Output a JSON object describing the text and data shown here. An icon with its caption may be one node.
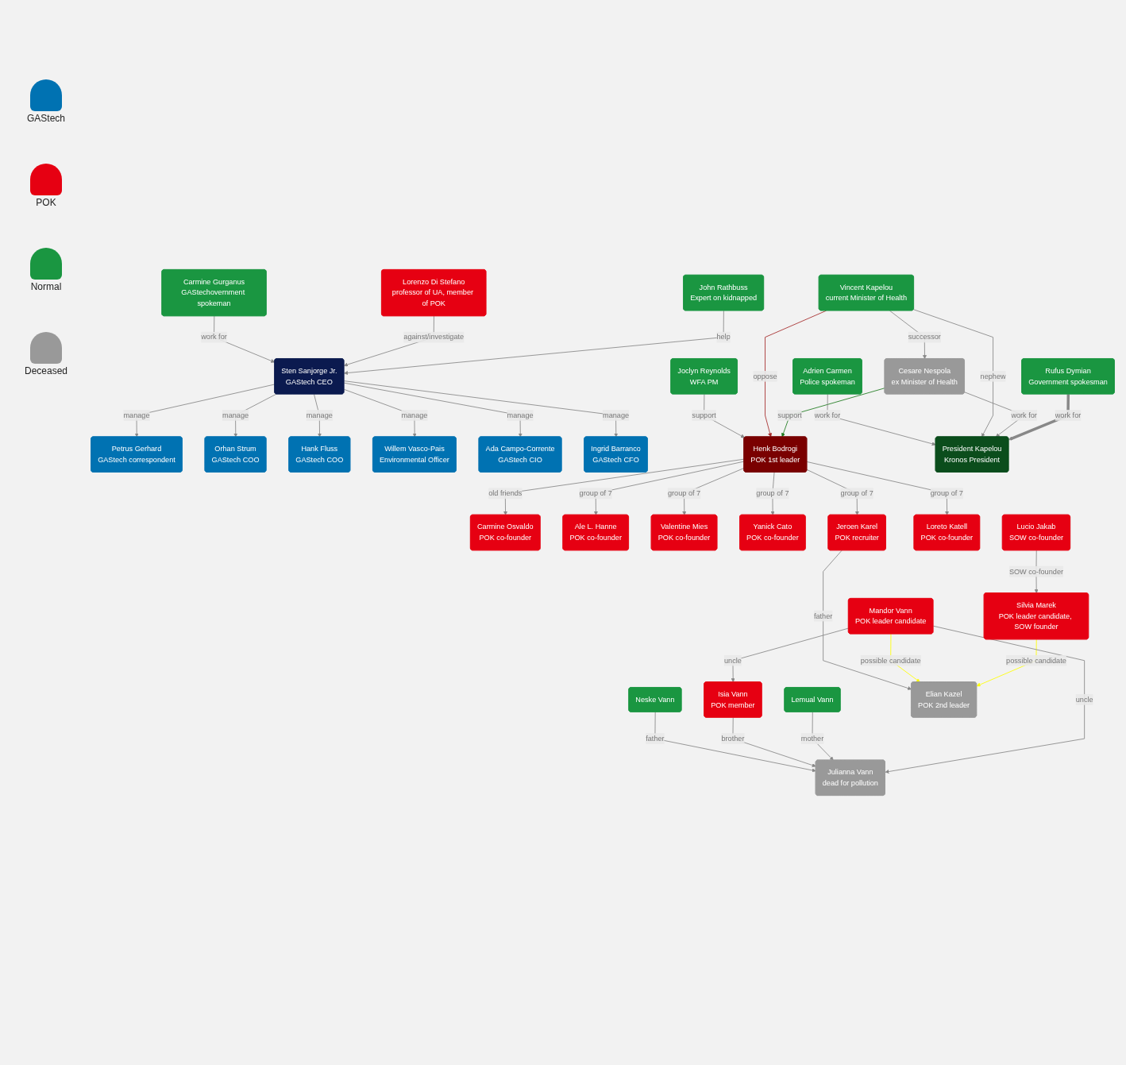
{
  "diagram": {
    "nodes": [
      {
        "text": [
          "Carmine Gurganus",
          "GAStechovernment spokeman"
        ]
      },
      {
        "text": [
          "Lorenzo Di Stefano",
          "professor of UA, member of POK"
        ]
      },
      {
        "text": [
          "Petrus Gerhard",
          "GAStech correspondent"
        ]
      },
      {
        "text": [
          "Neske Vann"
        ]
      },
      {
        "text": [
          "Orhan Strum",
          "GAStech COO"
        ]
      },
      {
        "text": [
          "Sten Sanjorge Jr.",
          "GAStech CEO"
        ]
      },
      {
        "text": [
          "Hank Fluss",
          "GAStech COO"
        ]
      },
      {
        "text": [
          "Willem Vasco-Pais",
          "Environmental Officer"
        ]
      },
      {
        "text": [
          "Julianna Vann",
          "dead for pollution"
        ]
      },
      {
        "text": [
          "Lemual Vann"
        ]
      },
      {
        "text": [
          "Ada Campo-Corrente",
          "GAStech CIO"
        ]
      },
      {
        "text": [
          "Isia Vann",
          "POK member"
        ]
      },
      {
        "text": [
          "John Rathbuss",
          "Expert on kidnapped"
        ]
      },
      {
        "text": [
          "Ingrid Barranco",
          "GAStech CFO"
        ]
      },
      {
        "text": [
          "Carmine Osvaldo",
          "POK co-founder"
        ]
      },
      {
        "text": [
          "Ale L. Hanne",
          "POK co-founder"
        ]
      },
      {
        "text": [
          "Valentine Mies",
          "POK co-founder"
        ]
      },
      {
        "text": [
          "Mandor Vann",
          "POK leader candidate"
        ]
      },
      {
        "text": [
          "Henk Bodrogi",
          "POK 1st leader"
        ]
      },
      {
        "text": [
          "Yanick Cato",
          "POK co-founder"
        ]
      },
      {
        "text": [
          "Jeroen Karel",
          "POK recruiter"
        ]
      },
      {
        "text": [
          "Elian Kazel",
          "POK 2nd leader"
        ]
      },
      {
        "text": [
          "Joclyn Reynolds",
          "WFA PM"
        ]
      },
      {
        "text": [
          "Loreto Katell",
          "POK co-founder"
        ]
      },
      {
        "text": [
          "Silvia Marek",
          "POK leader candidate, SOW founder"
        ]
      },
      {
        "text": [
          "Adrien Carmen",
          "Police spokeman"
        ]
      },
      {
        "text": [
          "Vincent Kapelou",
          "current Minister of Health"
        ]
      },
      {
        "text": [
          "Cesare Nespola",
          "ex Minister of Health"
        ]
      },
      {
        "text": [
          "President Kapelou",
          "Kronos President"
        ]
      },
      {
        "text": [
          "Lucio Jakab",
          "SOW co-founder"
        ]
      },
      {
        "text": [
          "Rufus Dymian",
          "Government spokesman"
        ]
      }
    ],
    "edges": [
      {
        "from": 0,
        "to": 5,
        "arrow": "to",
        "label": "work for"
      },
      {
        "from": 1,
        "to": 5,
        "arrow": "to",
        "label": "against/investigate"
      },
      {
        "from": 5,
        "to": 4,
        "arrow": "to",
        "label": "manage"
      },
      {
        "from": 5,
        "to": 2,
        "arrow": "to",
        "label": "manage"
      },
      {
        "from": 5,
        "to": 7,
        "arrow": "to",
        "label": "manage"
      },
      {
        "from": 5,
        "to": 6,
        "arrow": "to",
        "label": "manage"
      },
      {
        "from": 5,
        "to": 10,
        "arrow": "to",
        "label": "manage"
      },
      {
        "from": 5,
        "to": 13,
        "arrow": "to",
        "label": "manage"
      },
      {
        "from": 12,
        "to": 5,
        "arrow": "to",
        "label": "help"
      },
      {
        "from": 18,
        "to": 14,
        "arrow": "to",
        "label": "old friends"
      },
      {
        "from": 18,
        "to": 15,
        "arrow": "to",
        "label": "group of 7"
      },
      {
        "from": 18,
        "to": 16,
        "arrow": "to",
        "label": "group of 7"
      },
      {
        "from": 18,
        "to": 19,
        "arrow": "to",
        "label": "group of 7"
      },
      {
        "from": 18,
        "to": 20,
        "arrow": "to",
        "label": "group of 7"
      },
      {
        "from": 18,
        "to": 23,
        "arrow": "to",
        "label": "group of 7"
      },
      {
        "from": 22,
        "to": 18,
        "arrow": "to",
        "label": "support"
      },
      {
        "from": 26,
        "to": 18,
        "arrow": "to",
        "label": "oppose",
        "color": "#a52a2a"
      },
      {
        "from": 27,
        "to": 18,
        "arrow": "to",
        "label": "support",
        "color": "#1e7b1e"
      },
      {
        "from": 20,
        "to": 21,
        "arrow": "to",
        "label": "father"
      },
      {
        "from": 17,
        "to": 21,
        "arrow": "to",
        "label": "possible candidate",
        "color": "#ffff00"
      },
      {
        "from": 24,
        "to": 21,
        "arrow": "to",
        "label": "possible candidate",
        "color": "#ffff00"
      },
      {
        "from": 29,
        "to": 24,
        "arrow": "to",
        "label": "SOW co-founder"
      },
      {
        "from": 3,
        "to": 8,
        "arrow": "to",
        "label": "father"
      },
      {
        "from": 11,
        "to": 8,
        "arrow": "to",
        "label": "brother"
      },
      {
        "from": 9,
        "to": 8,
        "arrow": "to",
        "label": "mother"
      },
      {
        "from": 17,
        "to": 8,
        "arrow": "to",
        "label": "uncle"
      },
      {
        "from": 17,
        "to": 11,
        "arrow": "to",
        "label": "uncle"
      },
      {
        "from": 25,
        "to": 28,
        "arrow": "to",
        "label": "work for"
      },
      {
        "from": 26,
        "to": 28,
        "arrow": "to",
        "label": "nephew"
      },
      {
        "from": 26,
        "to": 27,
        "arrow": "to",
        "label": "successor"
      },
      {
        "from": 27,
        "to": 28,
        "arrow": "to",
        "label": "work for"
      },
      {
        "from": 30,
        "to": 28,
        "arrow": "to",
        "label": "work for",
        "style": "thick"
      }
    ],
    "legend": [
      {
        "text": "GAStech",
        "color": "#0072b2"
      },
      {
        "text": "POK",
        "color": "#e60012"
      },
      {
        "text": "Normal",
        "color": "#1a9641"
      },
      {
        "text": "Deceased",
        "color": "#999999"
      }
    ]
  }
}
